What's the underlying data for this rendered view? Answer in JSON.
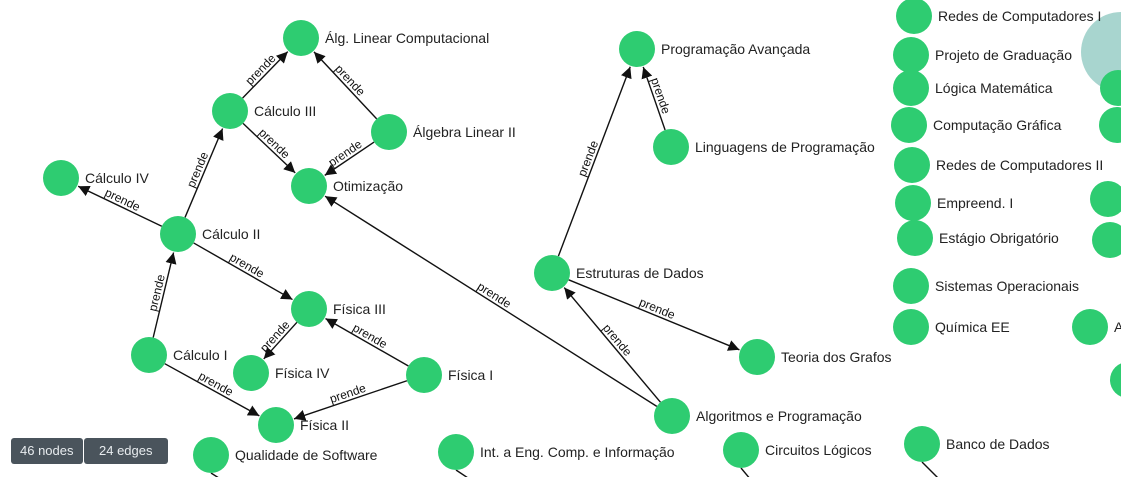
{
  "graph": {
    "node_color": "#2ecc71",
    "edge_label": "prende",
    "nodes": [
      {
        "id": "alg_lin_comp",
        "label": "Álg. Linear Computacional"
      },
      {
        "id": "calc3",
        "label": "Cálculo III"
      },
      {
        "id": "alg_lin2",
        "label": "Álgebra Linear II"
      },
      {
        "id": "otimizacao",
        "label": "Otimização"
      },
      {
        "id": "calc4",
        "label": "Cálculo IV"
      },
      {
        "id": "calc2",
        "label": "Cálculo II"
      },
      {
        "id": "fis3",
        "label": "Física III"
      },
      {
        "id": "calc1",
        "label": "Cálculo I"
      },
      {
        "id": "fis4",
        "label": "Física IV"
      },
      {
        "id": "fis1",
        "label": "Física I"
      },
      {
        "id": "fis2",
        "label": "Física II"
      },
      {
        "id": "qual_soft",
        "label": "Qualidade de Software"
      },
      {
        "id": "int_eng",
        "label": "Int. a Eng. Comp. e Informação"
      },
      {
        "id": "prog_av",
        "label": "Programação Avançada"
      },
      {
        "id": "ling_prog",
        "label": "Linguagens de Programação"
      },
      {
        "id": "estr_dados",
        "label": "Estruturas de Dados"
      },
      {
        "id": "teoria_grafos",
        "label": "Teoria dos Grafos"
      },
      {
        "id": "alg_prog",
        "label": "Algoritmos e Programação"
      },
      {
        "id": "circ_log",
        "label": "Circuitos Lógicos"
      },
      {
        "id": "banco_dados",
        "label": "Banco de Dados"
      },
      {
        "id": "redes1",
        "label": "Redes de Computadores I"
      },
      {
        "id": "proj_grad",
        "label": "Projeto de Graduação"
      },
      {
        "id": "log_mat",
        "label": "Lógica Matemática"
      },
      {
        "id": "comp_graf",
        "label": "Computação Gráfica"
      },
      {
        "id": "redes2",
        "label": "Redes de Computadores II"
      },
      {
        "id": "empreend1",
        "label": "Empreend. I"
      },
      {
        "id": "estagio",
        "label": "Estágio Obrigatório"
      },
      {
        "id": "sist_op",
        "label": "Sistemas Operacionais"
      },
      {
        "id": "quimica",
        "label": "Química EE"
      },
      {
        "id": "partial_a",
        "label": "A"
      },
      {
        "id": "partial_1",
        "label": ""
      },
      {
        "id": "partial_2",
        "label": ""
      },
      {
        "id": "partial_3",
        "label": ""
      },
      {
        "id": "partial_4",
        "label": ""
      },
      {
        "id": "partial_5",
        "label": ""
      }
    ],
    "edges": [
      {
        "from": "calc3",
        "to": "alg_lin_comp"
      },
      {
        "from": "alg_lin2",
        "to": "alg_lin_comp"
      },
      {
        "from": "calc3",
        "to": "otimizacao"
      },
      {
        "from": "alg_lin2",
        "to": "otimizacao"
      },
      {
        "from": "calc2",
        "to": "calc3"
      },
      {
        "from": "calc2",
        "to": "calc4"
      },
      {
        "from": "calc2",
        "to": "fis3"
      },
      {
        "from": "calc1",
        "to": "calc2"
      },
      {
        "from": "fis3",
        "to": "fis4"
      },
      {
        "from": "fis1",
        "to": "fis3"
      },
      {
        "from": "calc1",
        "to": "fis2"
      },
      {
        "from": "fis1",
        "to": "fis2"
      },
      {
        "from": "alg_prog",
        "to": "otimizacao"
      },
      {
        "from": "estr_dados",
        "to": "prog_av"
      },
      {
        "from": "ling_prog",
        "to": "prog_av"
      },
      {
        "from": "estr_dados",
        "to": "teoria_grafos"
      },
      {
        "from": "alg_prog",
        "to": "estr_dados"
      }
    ]
  },
  "status": {
    "nodes_label": "46 nodes",
    "edges_label": "24 edges"
  }
}
